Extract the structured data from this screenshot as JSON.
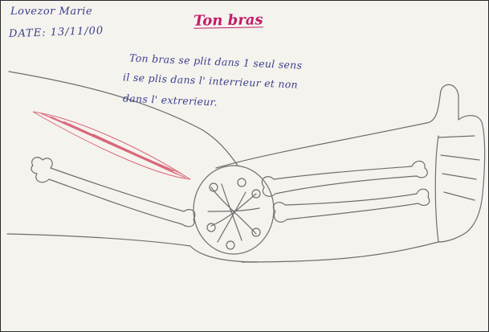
{
  "header": {
    "name": "Lovezor Marie",
    "date": "DATE: 13/11/00"
  },
  "title": "Ton bras",
  "notes": {
    "lines": [
      "Ton bras se plit dans 1 seul sens",
      "il se plis dans l' interrieur et non",
      "dans l' extrerieur."
    ]
  },
  "colors": {
    "ink": "#3b3f8c",
    "title_ink": "#c01c6a",
    "muscle": "#d9667a",
    "pencil": "#6e6e6e",
    "paper": "#f5f3ee"
  }
}
